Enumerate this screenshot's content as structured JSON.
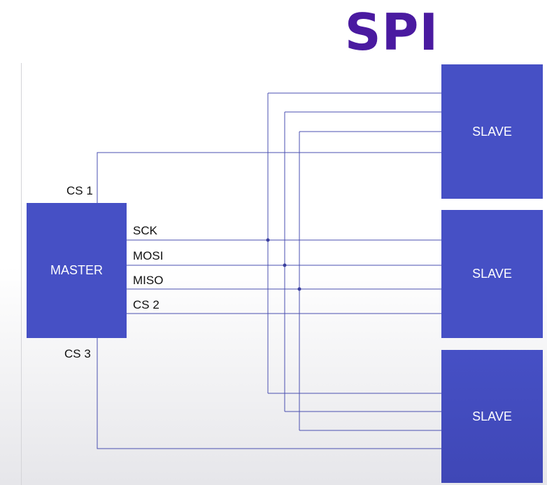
{
  "title": "SPI",
  "master": {
    "label": "MASTER"
  },
  "slaves": [
    {
      "label": "SLAVE"
    },
    {
      "label": "SLAVE"
    },
    {
      "label": "SLAVE"
    }
  ],
  "signals": {
    "sck": "SCK",
    "mosi": "MOSI",
    "miso": "MISO",
    "cs1": "CS 1",
    "cs2": "CS 2",
    "cs3": "CS 3"
  },
  "colors": {
    "title": "#4a1aa0",
    "box": "#4650c5",
    "wire": "#4a4fb0"
  }
}
